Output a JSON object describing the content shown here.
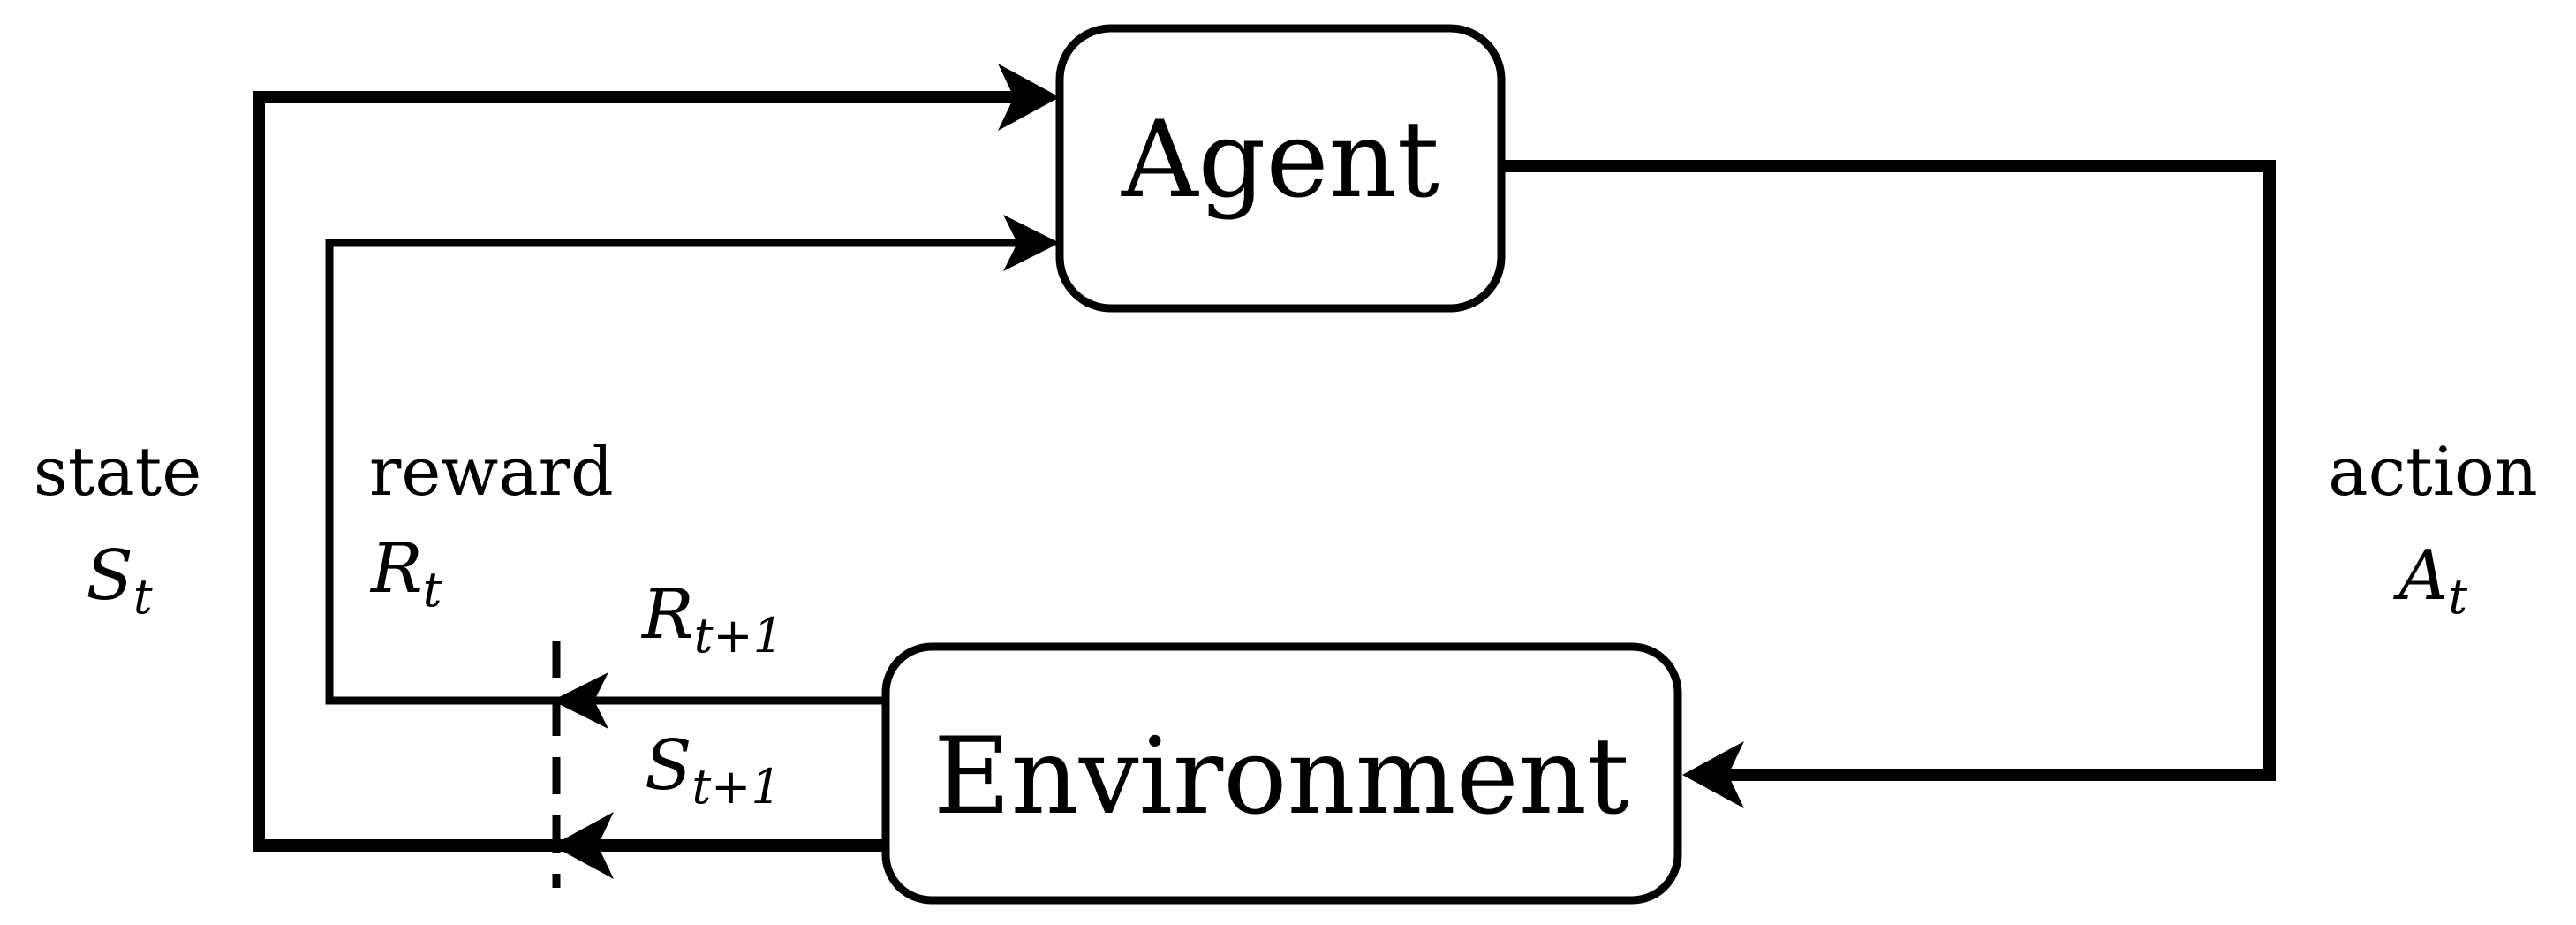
{
  "nodes": {
    "agent": {
      "label": "Agent"
    },
    "environment": {
      "label": "Environment"
    }
  },
  "labels": {
    "state": {
      "word": "state",
      "symbol": "S",
      "subscript": "t"
    },
    "reward": {
      "word": "reward",
      "symbol": "R",
      "subscript": "t"
    },
    "action": {
      "word": "action",
      "symbol": "A",
      "subscript": "t"
    },
    "next_reward": {
      "symbol": "R",
      "subscript": "t+1"
    },
    "next_state": {
      "symbol": "S",
      "subscript": "t+1"
    }
  }
}
